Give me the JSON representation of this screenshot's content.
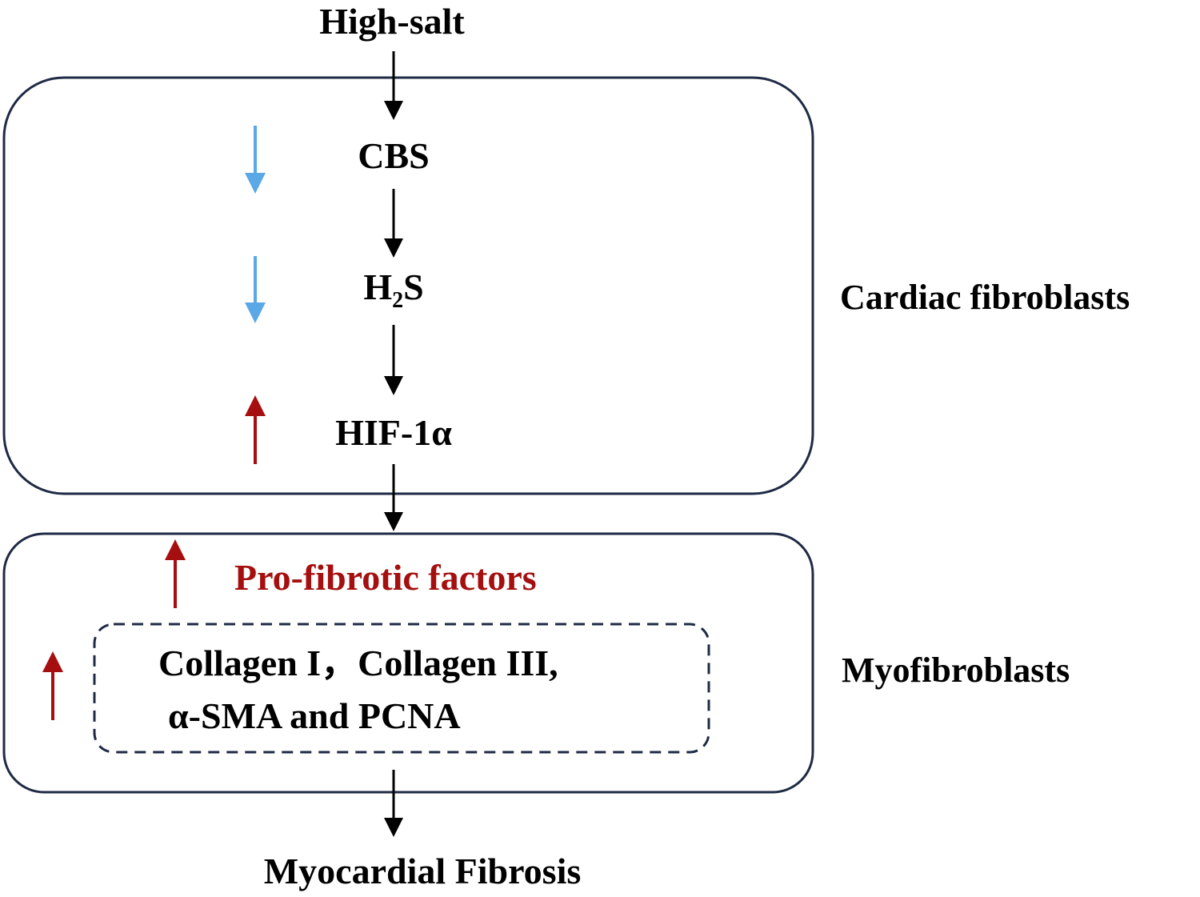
{
  "colors": {
    "box_border": "#1f2a44",
    "arrow_black": "#000000",
    "arrow_down_blue": "#5aa9e6",
    "arrow_up_red": "#a50f0f",
    "emphasis_text": "#a50f0f"
  },
  "nodes": {
    "high_salt": "High-salt",
    "cbs": "CBS",
    "h2s_main": "H",
    "h2s_sub": "2",
    "h2s_tail": "S",
    "hif": "HIF-1α",
    "pro_fibrotic": "Pro-fibrotic factors",
    "markers_line1": "Collagen I，Collagen III,",
    "markers_line2": "α-SMA and PCNA",
    "myocardial_fibrosis": "Myocardial Fibrosis"
  },
  "compartments": {
    "cardiac_fibroblasts": "Cardiac fibroblasts",
    "myofibroblasts": "Myofibroblasts"
  },
  "indicators": {
    "cbs": "down",
    "h2s": "down",
    "hif": "up",
    "pro_fibrotic": "up",
    "markers": "up"
  },
  "icons": {
    "flow_arrow": "arrow-down-icon",
    "decrease": "arrow-down-icon",
    "increase": "arrow-up-icon"
  }
}
